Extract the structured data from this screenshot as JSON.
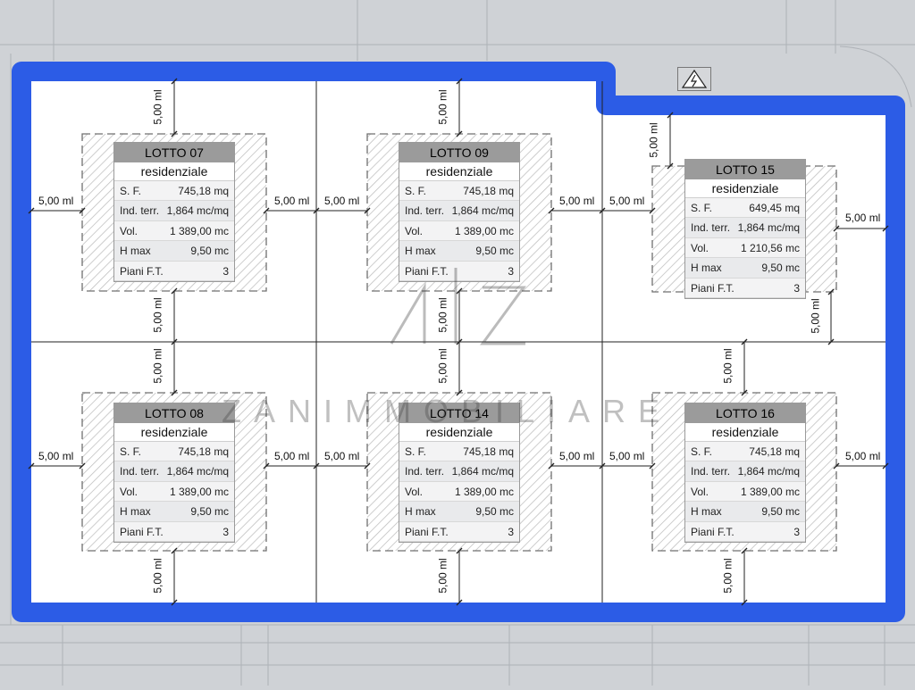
{
  "colors": {
    "boundary": "#2c5ce6",
    "background": "#cfd2d6",
    "lot_header": "#9b9b9b",
    "hatch": "#9a9a9a"
  },
  "lots": [
    {
      "title": "LOTTO 07",
      "use": "residenziale",
      "rows": [
        {
          "label": "S. F.",
          "value": "745,18 mq"
        },
        {
          "label": "Ind. terr.",
          "value": "1,864 mc/mq"
        },
        {
          "label": "Vol.",
          "value": "1 389,00 mc"
        },
        {
          "label": "H max",
          "value": "9,50 mc"
        },
        {
          "label": "Piani F.T.",
          "value": "3"
        }
      ]
    },
    {
      "title": "LOTTO 09",
      "use": "residenziale",
      "rows": [
        {
          "label": "S. F.",
          "value": "745,18 mq"
        },
        {
          "label": "Ind. terr.",
          "value": "1,864 mc/mq"
        },
        {
          "label": "Vol.",
          "value": "1 389,00 mc"
        },
        {
          "label": "H max",
          "value": "9,50 mc"
        },
        {
          "label": "Piani F.T.",
          "value": "3"
        }
      ]
    },
    {
      "title": "LOTTO 15",
      "use": "residenziale",
      "rows": [
        {
          "label": "S. F.",
          "value": "649,45 mq"
        },
        {
          "label": "Ind. terr.",
          "value": "1,864 mc/mq"
        },
        {
          "label": "Vol.",
          "value": "1 210,56 mc"
        },
        {
          "label": "H max",
          "value": "9,50 mc"
        },
        {
          "label": "Piani F.T.",
          "value": "3"
        }
      ]
    },
    {
      "title": "LOTTO 08",
      "use": "residenziale",
      "rows": [
        {
          "label": "S. F.",
          "value": "745,18 mq"
        },
        {
          "label": "Ind. terr.",
          "value": "1,864 mc/mq"
        },
        {
          "label": "Vol.",
          "value": "1 389,00 mc"
        },
        {
          "label": "H max",
          "value": "9,50 mc"
        },
        {
          "label": "Piani F.T.",
          "value": "3"
        }
      ]
    },
    {
      "title": "LOTTO 14",
      "use": "residenziale",
      "rows": [
        {
          "label": "S. F.",
          "value": "745,18 mq"
        },
        {
          "label": "Ind. terr.",
          "value": "1,864 mc/mq"
        },
        {
          "label": "Vol.",
          "value": "1 389,00 mc"
        },
        {
          "label": "H max",
          "value": "9,50 mc"
        },
        {
          "label": "Piani F.T.",
          "value": "3"
        }
      ]
    },
    {
      "title": "LOTTO 16",
      "use": "residenziale",
      "rows": [
        {
          "label": "S. F.",
          "value": "745,18 mq"
        },
        {
          "label": "Ind. terr.",
          "value": "1,864 mc/mq"
        },
        {
          "label": "Vol.",
          "value": "1 389,00 mc"
        },
        {
          "label": "H max",
          "value": "9,50 mc"
        },
        {
          "label": "Piani F.T.",
          "value": "3"
        }
      ]
    }
  ],
  "setback_label": "5,00 ml",
  "watermark": {
    "logo": "AIZ",
    "text": "ZANIMMOBILIARE"
  },
  "icons": {
    "warning": "high-voltage-warning-icon"
  }
}
